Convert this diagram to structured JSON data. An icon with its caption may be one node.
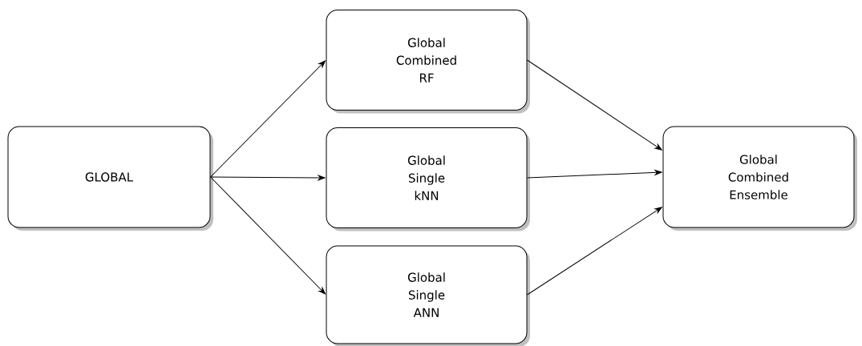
{
  "diagram": {
    "nodes": [
      {
        "text": [
          "GLOBAL"
        ]
      },
      {
        "text": [
          "Global Combined RF"
        ]
      },
      {
        "text": [
          "Global Single kNN"
        ]
      },
      {
        "text": [
          "Global Single ANN"
        ]
      },
      {
        "text": [
          "Global Combined Ensemble"
        ]
      }
    ],
    "edges": [
      {
        "from": 0,
        "to": 1,
        "arrow": "to"
      },
      {
        "from": 0,
        "to": 2,
        "arrow": "to"
      },
      {
        "from": 0,
        "to": 3,
        "arrow": "to"
      },
      {
        "from": 1,
        "to": 4,
        "arrow": "to"
      },
      {
        "from": 2,
        "to": 4,
        "arrow": "to"
      },
      {
        "from": 3,
        "to": 4,
        "arrow": "to"
      }
    ]
  }
}
